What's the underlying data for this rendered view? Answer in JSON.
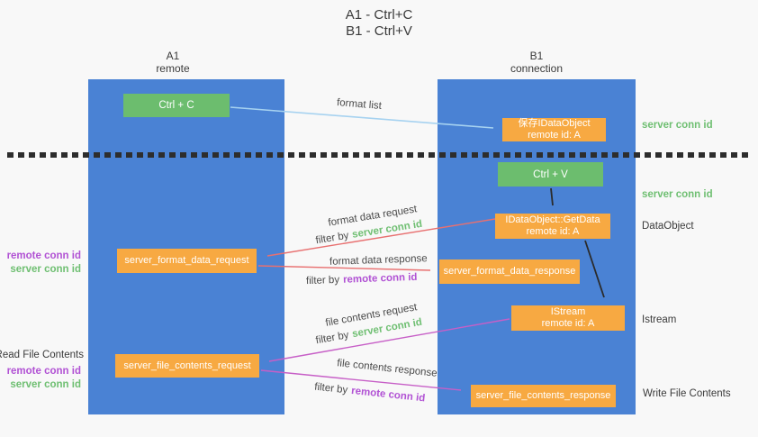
{
  "title": {
    "line1": "A1 - Ctrl+C",
    "line2": "B1 - Ctrl+V"
  },
  "lifelines": {
    "a1": {
      "name": "A1",
      "role": "remote"
    },
    "b1": {
      "name": "B1",
      "role": "connection"
    }
  },
  "nodes": {
    "ctrl_c": {
      "label": "Ctrl + C"
    },
    "ctrl_v": {
      "label": "Ctrl + V"
    },
    "save_dataobject": {
      "line1": "保存IDataObject",
      "line2": "remote id: A"
    },
    "getdata": {
      "line1": "IDataObject::GetData",
      "line2": "remote id: A"
    },
    "istream": {
      "line1": "IStream",
      "line2": "remote id: A"
    },
    "server_format_data_request": {
      "label": "server_format_data_request"
    },
    "server_format_data_response": {
      "label": "server_format_data_response"
    },
    "server_file_contents_request": {
      "label": "server_file_contents_request"
    },
    "server_file_contents_response": {
      "label": "server_file_contents_response"
    }
  },
  "edge_labels": {
    "format_list": "format list",
    "format_data_request": "format data request",
    "format_data_response": "format data response",
    "file_contents_request": "file contents request",
    "file_contents_response": "file contents response",
    "filter_by": "filter by",
    "server_conn_id": "server conn id",
    "remote_conn_id": "remote conn id"
  },
  "side_labels": {
    "right_top_server_conn_id": "server conn id",
    "right_mid_server_conn_id": "server conn id",
    "dataobject": "DataObject",
    "istream": "Istream",
    "write_file_contents": "Write File Contents",
    "left_remote_conn_id": "remote conn id",
    "left_server_conn_id": "server conn id",
    "read_file_contents": "Read File Contents",
    "left_bottom_remote_conn_id": "remote conn id",
    "left_bottom_server_conn_id": "server conn id"
  },
  "colors": {
    "background": "#f8f8f8",
    "lifeline_blue": "#4a82d4",
    "action_green": "#6cbd6e",
    "message_orange": "#f7a942",
    "format_list_arrow": "#a6d2f0",
    "format_data_arrow": "#e87070",
    "file_contents_arrow": "#c75fc7",
    "black_arrow": "#2b2b2b",
    "conn_id_green": "#6fbf72",
    "conn_id_purple": "#b152d4"
  }
}
